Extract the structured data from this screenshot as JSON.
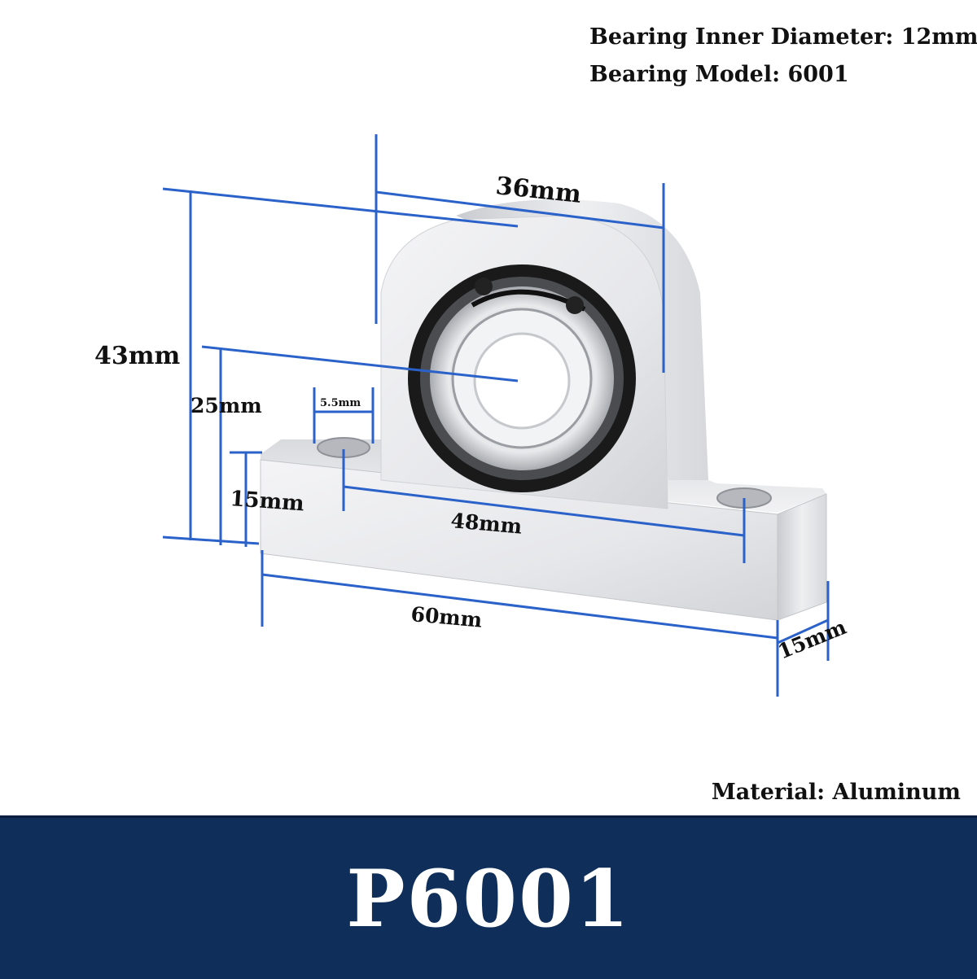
{
  "specs": {
    "inner_diameter": "Bearing Inner Diameter: 12mm",
    "bearing_model": "Bearing Model: 6001",
    "material": "Material: Aluminum"
  },
  "dimensions": {
    "top_width": "36mm",
    "total_height": "43mm",
    "center_height": "25mm",
    "hole_diameter": "5.5mm",
    "base_height": "15mm",
    "hole_spacing": "48mm",
    "base_length": "60mm",
    "depth": "15mm"
  },
  "banner": {
    "model": "P6001"
  },
  "colors": {
    "dimension_lines": "#2a62c9",
    "banner": "#0f2e5a",
    "banner_text": "#ffffff"
  }
}
